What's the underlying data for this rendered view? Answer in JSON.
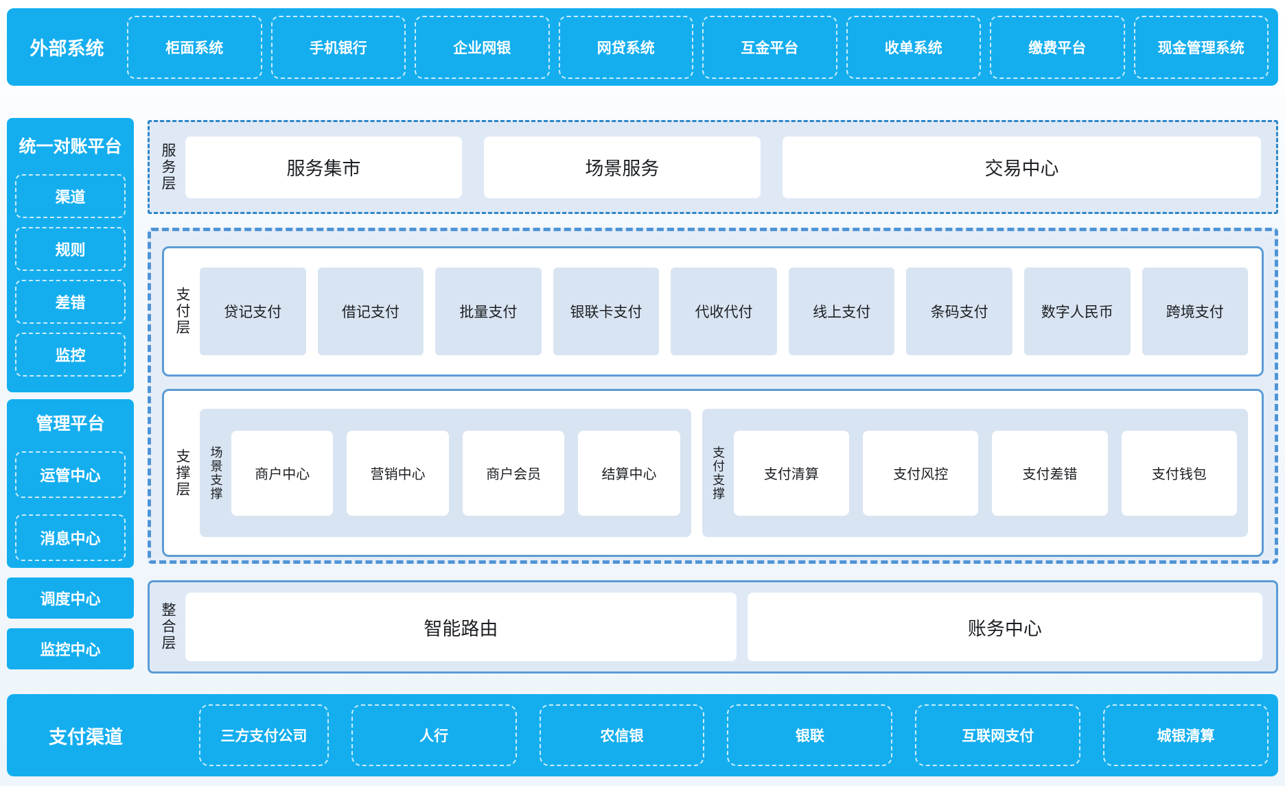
{
  "colors": {
    "brand_blue": "#14aeef",
    "panel_bg": "#dfe9f6",
    "item_bg": "#d9e4f2",
    "solid_border": "#5b9bd5",
    "dashed_border": "#4f94d6",
    "text_dark": "#1c1f23"
  },
  "top_bar": {
    "label": "外部系统",
    "items": [
      "柜面系统",
      "手机银行",
      "企业网银",
      "网贷系统",
      "互金平台",
      "收单系统",
      "缴费平台",
      "现金管理系统"
    ]
  },
  "sidebar": {
    "reconciliation": {
      "title": "统一对账平台",
      "items": [
        "渠道",
        "规则",
        "差错",
        "监控"
      ]
    },
    "management": {
      "title": "管理平台",
      "items": [
        "运管中心",
        "消息中心"
      ]
    },
    "dispatch_center": "调度中心",
    "monitoring_center": "监控中心"
  },
  "service_layer": {
    "label": "服务层",
    "items": [
      "服务集市",
      "场景服务",
      "交易中心"
    ]
  },
  "payment_layer": {
    "label": "支付层",
    "items": [
      "贷记支付",
      "借记支付",
      "批量支付",
      "银联卡支付",
      "代收代付",
      "线上支付",
      "条码支付",
      "数字人民币",
      "跨境支付"
    ]
  },
  "support_layer": {
    "label": "支撑层",
    "groups": [
      {
        "label": "场景支撑",
        "items": [
          "商户中心",
          "营销中心",
          "商户会员",
          "结算中心"
        ]
      },
      {
        "label": "支付支撑",
        "items": [
          "支付清算",
          "支付风控",
          "支付差错",
          "支付钱包"
        ]
      }
    ]
  },
  "integration_layer": {
    "label": "整合层",
    "items": [
      "智能路由",
      "账务中心"
    ]
  },
  "bottom_bar": {
    "label": "支付渠道",
    "items": [
      "三方支付公司",
      "人行",
      "农信银",
      "银联",
      "互联网支付",
      "城银清算"
    ]
  }
}
